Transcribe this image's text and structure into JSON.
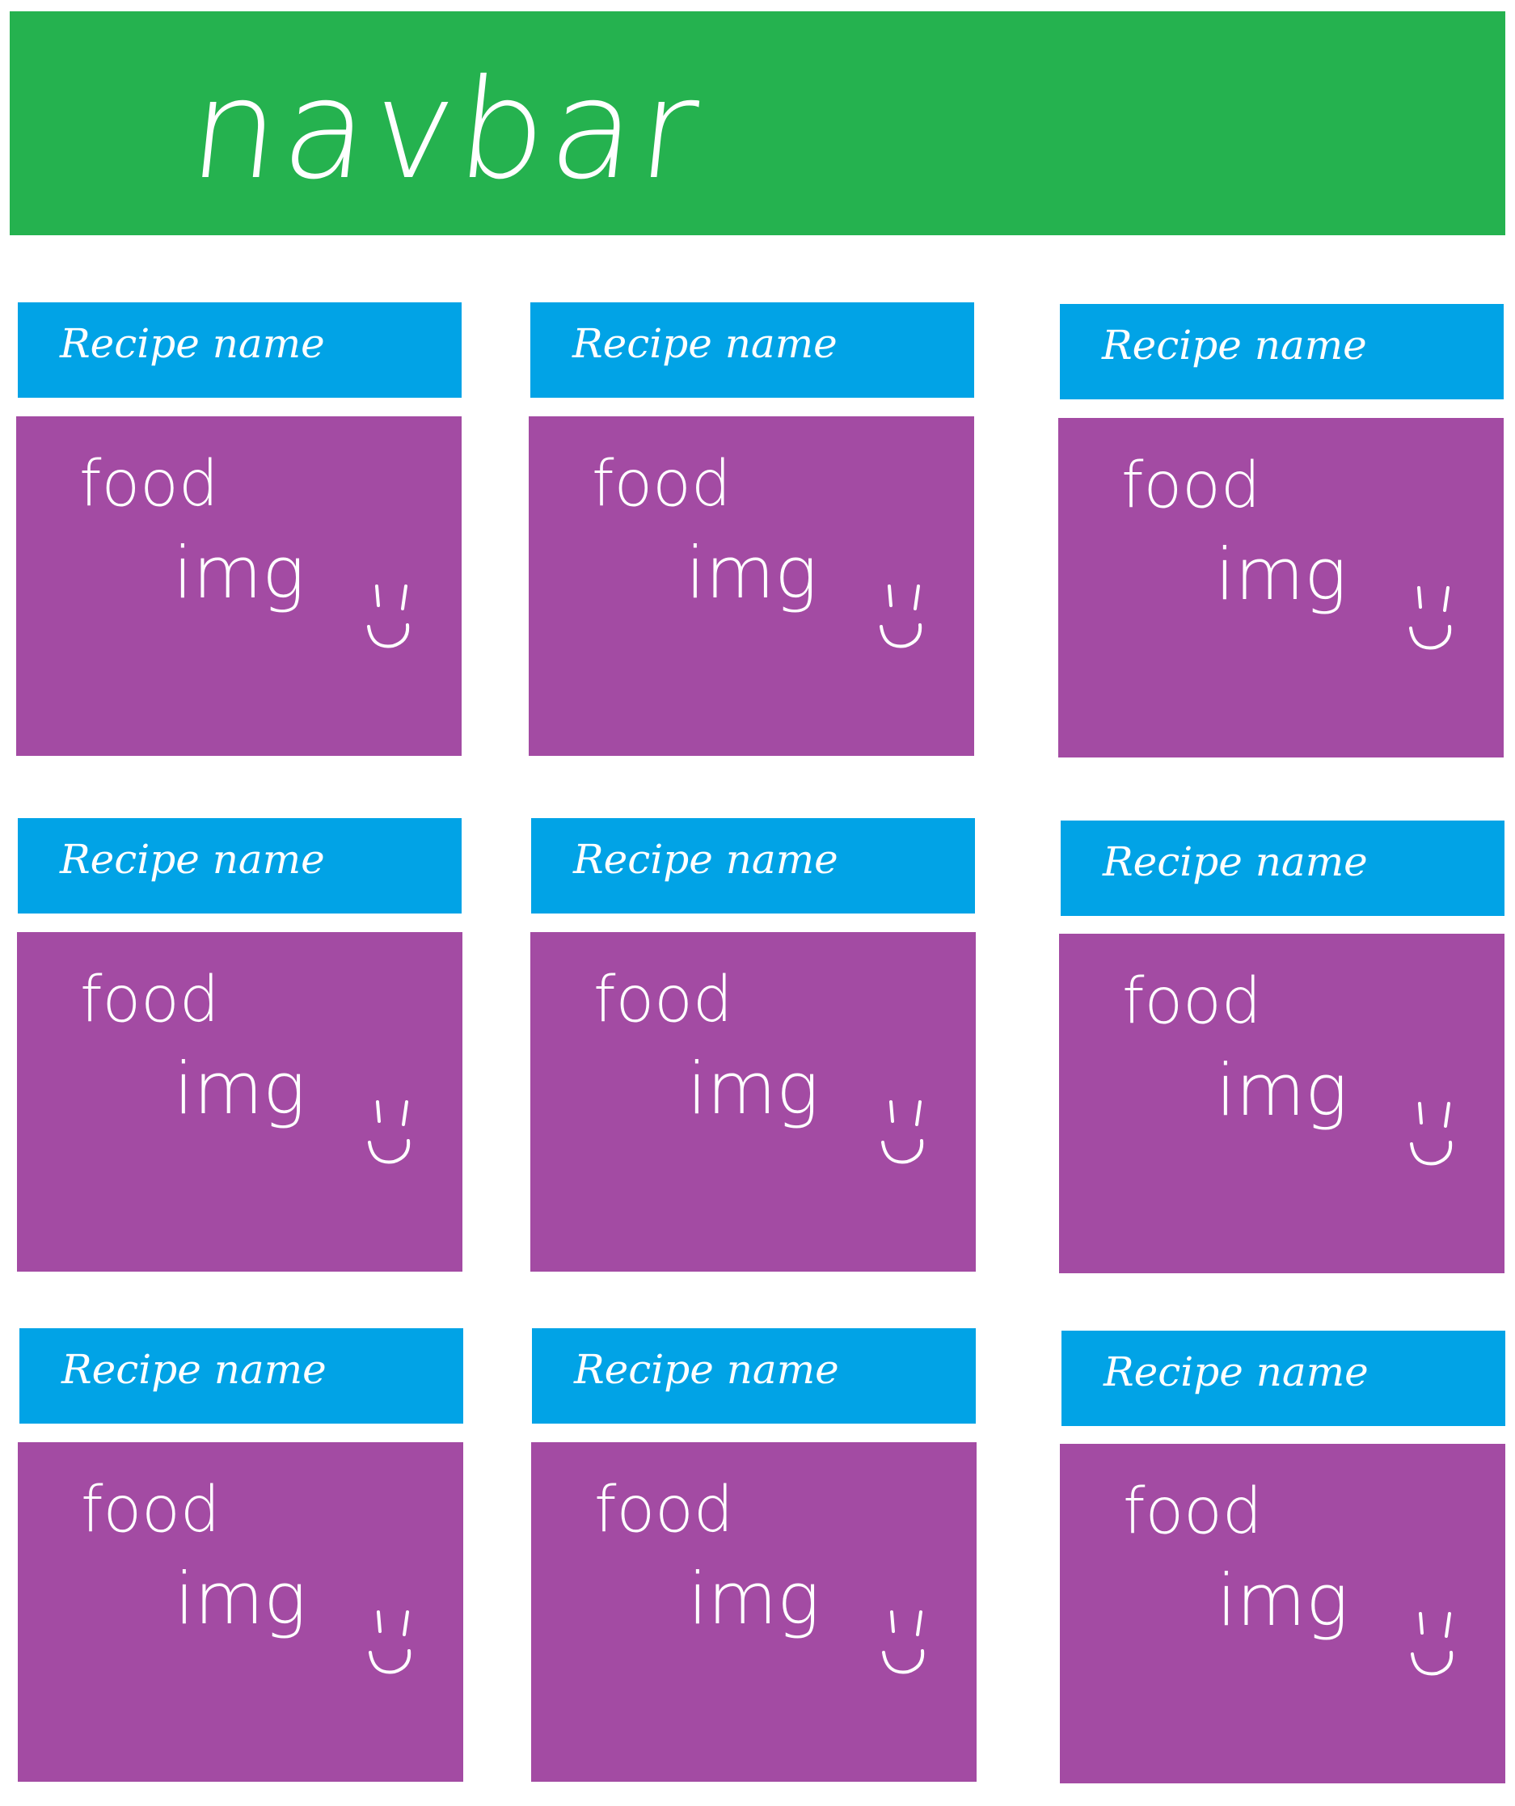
{
  "navbar": {
    "label": "navbar"
  },
  "grid": {
    "cards": [
      {
        "title": "Recipe name",
        "food_label": "food",
        "img_label": "img",
        "icon": "smiley-face-icon"
      },
      {
        "title": "Recipe name",
        "food_label": "food",
        "img_label": "img",
        "icon": "smiley-face-icon"
      },
      {
        "title": "Recipe name",
        "food_label": "food",
        "img_label": "img",
        "icon": "smiley-face-icon"
      },
      {
        "title": "Recipe name",
        "food_label": "food",
        "img_label": "img",
        "icon": "smiley-face-icon"
      },
      {
        "title": "Recipe name",
        "food_label": "food",
        "img_label": "img",
        "icon": "smiley-face-icon"
      },
      {
        "title": "Recipe name",
        "food_label": "food",
        "img_label": "img",
        "icon": "smiley-face-icon"
      },
      {
        "title": "Recipe name",
        "food_label": "food",
        "img_label": "img",
        "icon": "smiley-face-icon"
      },
      {
        "title": "Recipe name",
        "food_label": "food",
        "img_label": "img",
        "icon": "smiley-face-icon"
      },
      {
        "title": "Recipe name",
        "food_label": "food",
        "img_label": "img",
        "icon": "smiley-face-icon"
      }
    ]
  },
  "colors": {
    "navbar": "#25b24f",
    "card_header": "#01a3e6",
    "card_image": "#a34ba3",
    "text": "#ffffff"
  }
}
